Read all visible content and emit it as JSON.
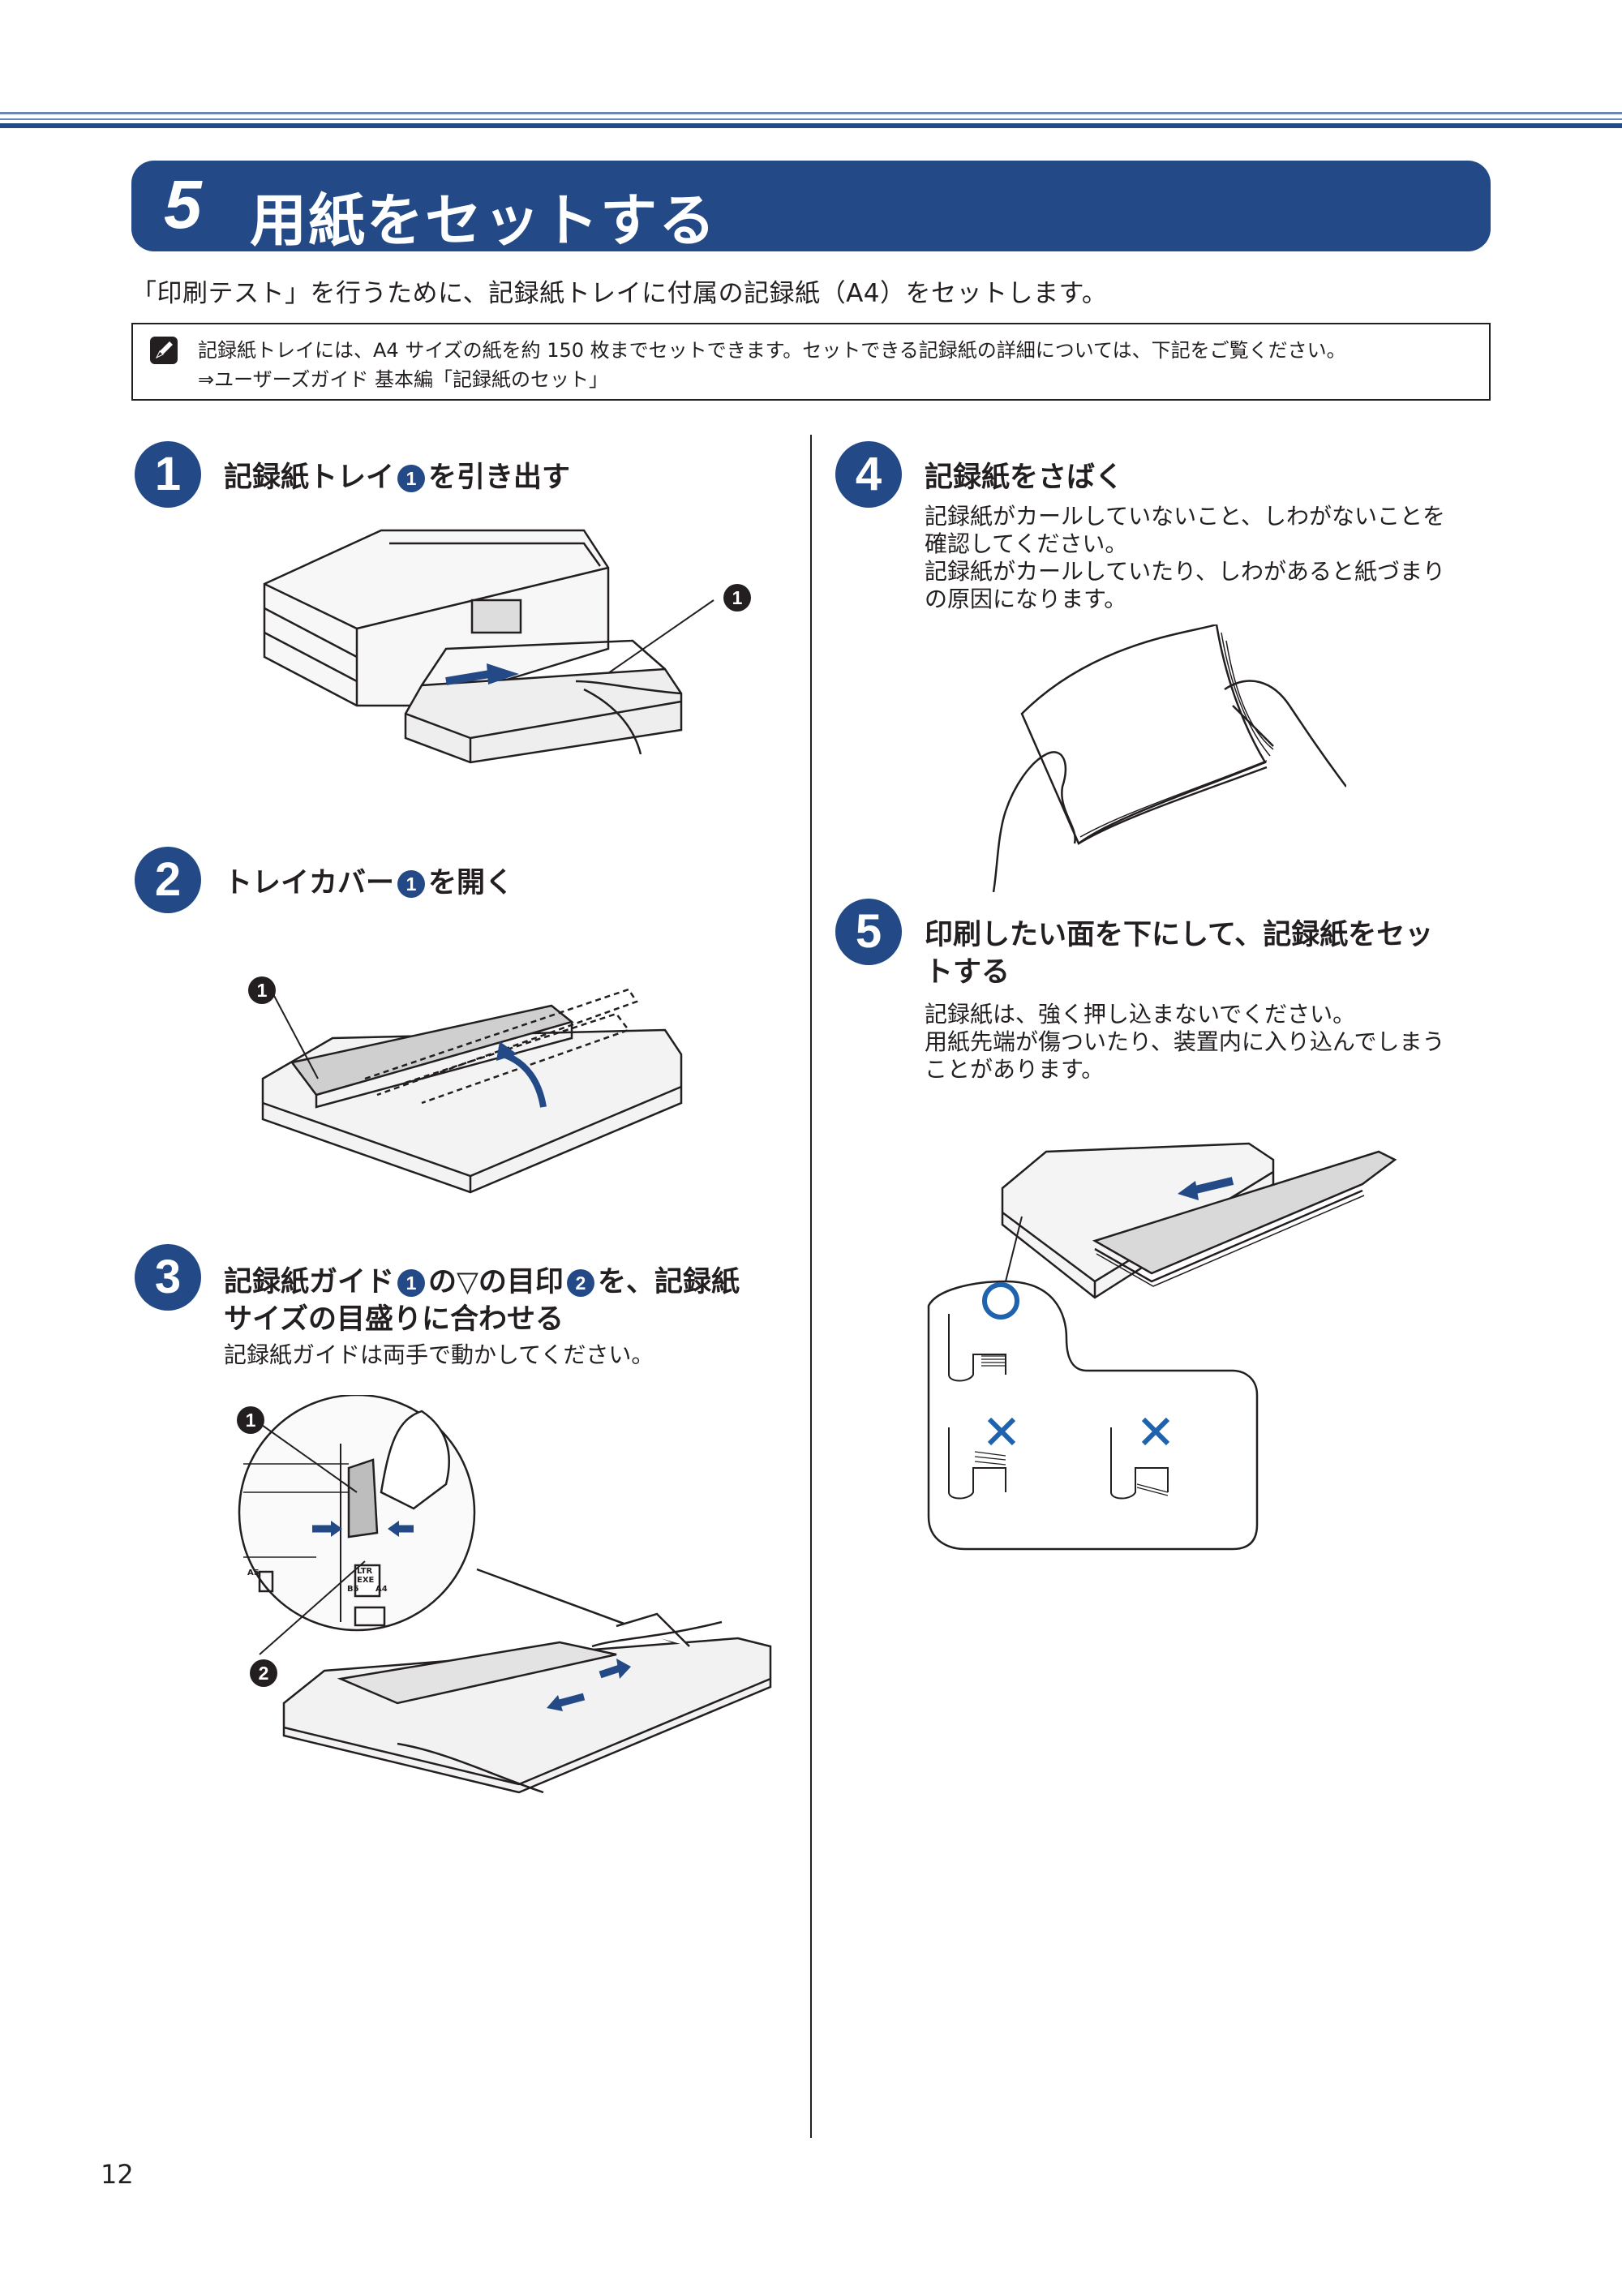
{
  "header": {
    "section_number": "5",
    "title": "用紙をセットする",
    "intro": "「印刷テスト」を行うために、記録紙トレイに付属の記録紙（A4）をセットします。"
  },
  "note": {
    "icon": "note-icon",
    "line1": "記録紙トレイには、A4 サイズの紙を約 150 枚までセットできます。セットできる記録紙の詳細については、下記をご覧ください。",
    "line2": "⇒ユーザーズガイド 基本編「記録紙のセット」"
  },
  "steps": [
    {
      "number": "1",
      "title_a": "記録紙トレイ",
      "ref": "1",
      "title_b": "を引き出す",
      "callouts": [
        "1"
      ]
    },
    {
      "number": "2",
      "title_a": "トレイカバー",
      "ref": "1",
      "title_b": "を開く",
      "callouts": [
        "1"
      ]
    },
    {
      "number": "3",
      "title_a": "記録紙ガイド",
      "ref1": "1",
      "title_b": "の▽の目印",
      "ref2": "2",
      "title_c": "を、記録紙",
      "title_line2": "サイズの目盛りに合わせる",
      "body": "記録紙ガイドは両手で動かしてください。",
      "callouts": [
        "1",
        "2"
      ],
      "label_ltr": "LTR",
      "label_exe": "EXE",
      "label_b5": "B5",
      "label_a4": "A4",
      "label_a5": "A5"
    },
    {
      "number": "4",
      "title": "記録紙をさばく",
      "body": [
        "記録紙がカールしていないこと、しわがないことを",
        "確認してください。",
        "記録紙がカールしていたり、しわがあると紙づまり",
        "の原因になります。"
      ]
    },
    {
      "number": "5",
      "title_line1": "印刷したい面を下にして、記録紙をセッ",
      "title_line2": "トする",
      "body": [
        "記録紙は、強く押し込まないでください。",
        "用紙先端が傷ついたり、装置内に入り込んでしまう",
        "ことがあります。"
      ],
      "mark_ok": "○",
      "mark_ng": "✕"
    }
  ],
  "page_number": "12",
  "colors": {
    "accent": "#234a86",
    "text": "#231f20",
    "ok_blue": "#1f63ae"
  }
}
